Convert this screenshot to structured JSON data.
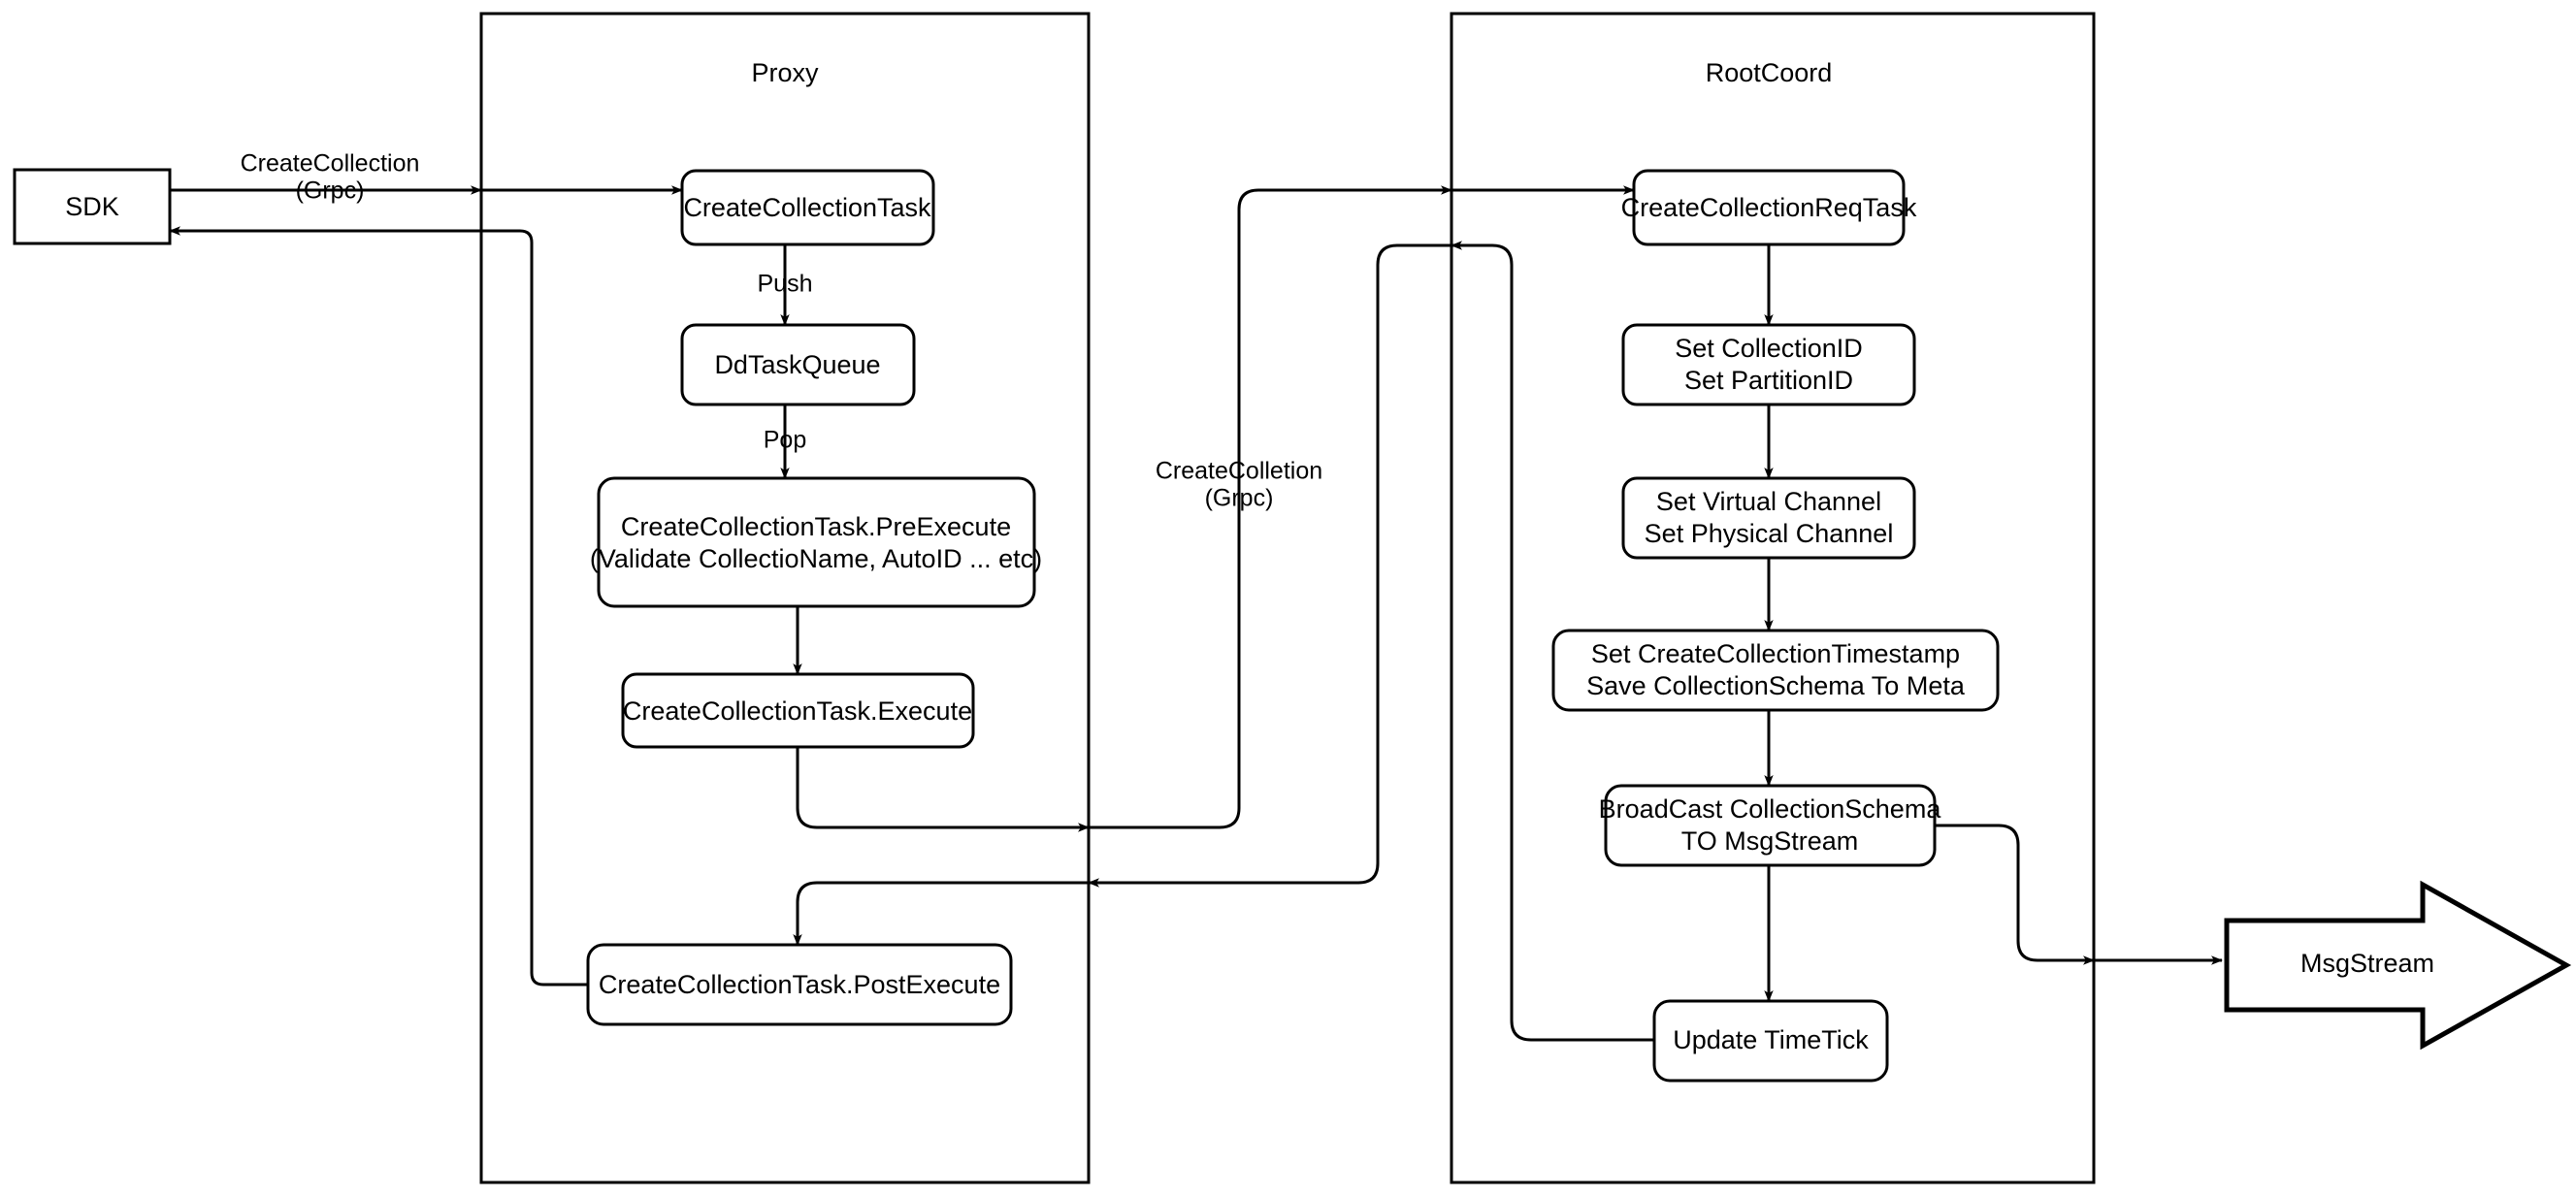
{
  "diagram": {
    "title": "CreateCollection flow",
    "colors": {
      "stroke": "#000000",
      "fill": "#ffffff",
      "text": "#000000"
    },
    "groups": [
      {
        "id": "proxy",
        "label": "Proxy"
      },
      {
        "id": "rootcoord",
        "label": "RootCoord"
      }
    ],
    "nodes": [
      {
        "id": "sdk",
        "label": "SDK",
        "shape": "rect"
      },
      {
        "id": "create_collection_task",
        "label": "CreateCollectionTask",
        "shape": "rounded-rect"
      },
      {
        "id": "dd_task_queue",
        "label": "DdTaskQueue",
        "shape": "rounded-rect"
      },
      {
        "id": "pre_execute",
        "label_line1": "CreateCollectionTask.PreExecute",
        "label_line2": "(Validate CollectioName, AutoID ... etc)",
        "shape": "rounded-rect"
      },
      {
        "id": "execute",
        "label": "CreateCollectionTask.Execute",
        "shape": "rounded-rect"
      },
      {
        "id": "post_execute",
        "label": "CreateCollectionTask.PostExecute",
        "shape": "rounded-rect"
      },
      {
        "id": "create_collection_req_task",
        "label": "CreateCollectionReqTask",
        "shape": "rounded-rect"
      },
      {
        "id": "set_ids",
        "label_line1": "Set CollectionID",
        "label_line2": "Set PartitionID",
        "shape": "rounded-rect"
      },
      {
        "id": "set_channels",
        "label_line1": "Set Virtual Channel",
        "label_line2": "Set Physical Channel",
        "shape": "rounded-rect"
      },
      {
        "id": "set_timestamp",
        "label_line1": "Set CreateCollectionTimestamp",
        "label_line2": "Save CollectionSchema To Meta",
        "shape": "rounded-rect"
      },
      {
        "id": "broadcast",
        "label_line1": "BroadCast CollectionSchema",
        "label_line2": "TO MsgStream",
        "shape": "rounded-rect"
      },
      {
        "id": "update_timetick",
        "label": "Update TimeTick",
        "shape": "rounded-rect"
      },
      {
        "id": "msgstream",
        "label": "MsgStream",
        "shape": "block-arrow"
      }
    ],
    "edge_labels": [
      {
        "id": "sdk_to_proxy",
        "line1": "CreateCollection",
        "line2": "(Grpc)"
      },
      {
        "id": "push",
        "line1": "Push"
      },
      {
        "id": "pop",
        "line1": "Pop"
      },
      {
        "id": "proxy_to_rootcoord",
        "line1": "CreateColletion",
        "line2": "(Grpc)"
      }
    ]
  }
}
